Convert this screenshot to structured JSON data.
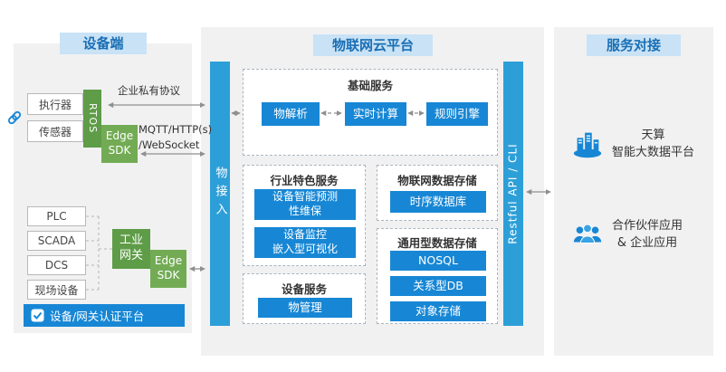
{
  "colors": {
    "accent_blue": "#1787d5",
    "bar_blue": "#2d9fd8",
    "green_dark": "#5e9c47",
    "green_light": "#72ab54",
    "header_bg": "#c9e2f5",
    "header_text": "#1a6fb5",
    "panel_bg": "#f1f1f2"
  },
  "device_panel": {
    "title": "设备端",
    "actuator": "执行器",
    "sensor": "传感器",
    "rtos": "RTOS",
    "edge_sdk": "Edge SDK",
    "labels": {
      "private_protocol": "企业私有协议",
      "mqtt_http": "MQTT/HTTP(s)",
      "websocket": "/WebSocket"
    },
    "field_boxes": [
      "PLC",
      "SCADA",
      "DCS",
      "现场设备"
    ],
    "gateway": "工业网关",
    "gateway_sdk": "Edge SDK",
    "auth_platform": "设备/网关认证平台",
    "auth_icon": "shield-check-icon",
    "link_icon": "link-icon"
  },
  "cloud_panel": {
    "title": "物联网云平台",
    "thing_access": "物接入",
    "restful_api": "Restful API / CLI",
    "basic_services": {
      "title": "基础服务",
      "items": [
        "物解析",
        "实时计算",
        "规则引擎"
      ]
    },
    "industry_services": {
      "title": "行业特色服务",
      "items": [
        {
          "line1": "设备智能预测",
          "line2": "性维保"
        },
        {
          "line1": "设备监控",
          "line2": "嵌入型可视化"
        }
      ]
    },
    "device_services": {
      "title": "设备服务",
      "items": [
        "物管理"
      ]
    },
    "iot_storage": {
      "title": "物联网数据存储",
      "items": [
        "时序数据库"
      ]
    },
    "general_storage": {
      "title": "通用型数据存储",
      "items": [
        "NOSQL",
        "关系型DB",
        "对象存储"
      ]
    }
  },
  "service_panel": {
    "title": "服务对接",
    "items": [
      {
        "line1": "天算",
        "line2": "智能大数据平台",
        "icon": "building-icon"
      },
      {
        "line1": "合作伙伴应用",
        "line2": "& 企业应用",
        "icon": "people-icon"
      }
    ]
  }
}
